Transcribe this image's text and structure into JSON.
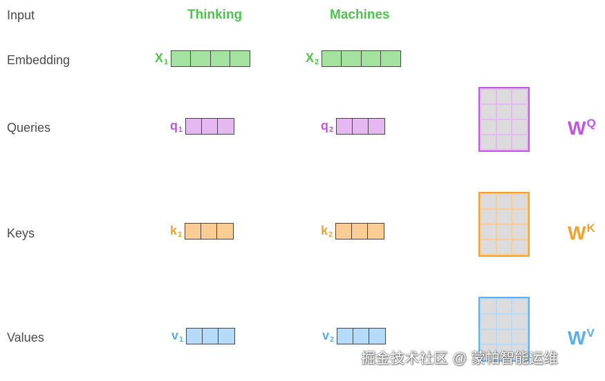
{
  "rows": {
    "input": "Input",
    "embedding": "Embedding",
    "queries": "Queries",
    "keys": "Keys",
    "values": "Values"
  },
  "words": [
    "Thinking",
    "Machines"
  ],
  "vectors": {
    "x1": {
      "base": "X",
      "sub": "1"
    },
    "x2": {
      "base": "X",
      "sub": "2"
    },
    "q1": {
      "base": "q",
      "sub": "1"
    },
    "q2": {
      "base": "q",
      "sub": "2"
    },
    "k1": {
      "base": "k",
      "sub": "1"
    },
    "k2": {
      "base": "k",
      "sub": "2"
    },
    "v1": {
      "base": "v",
      "sub": "1"
    },
    "v2": {
      "base": "v",
      "sub": "2"
    }
  },
  "weights": {
    "wq": {
      "base": "W",
      "sup": "Q"
    },
    "wk": {
      "base": "W",
      "sup": "K"
    },
    "wv": {
      "base": "W",
      "sup": "V"
    }
  },
  "colors": {
    "green": "#4cc44c",
    "green_fill": "#a3e29f",
    "purple": "#c154e3",
    "purple_fill": "#e6b8f1",
    "orange": "#f3a128",
    "orange_fill": "#fbcc94",
    "blue": "#5aaeed",
    "blue_fill": "#b6dbf9"
  },
  "watermark": "掘金技术社区 @ 蒙帕智能运维"
}
